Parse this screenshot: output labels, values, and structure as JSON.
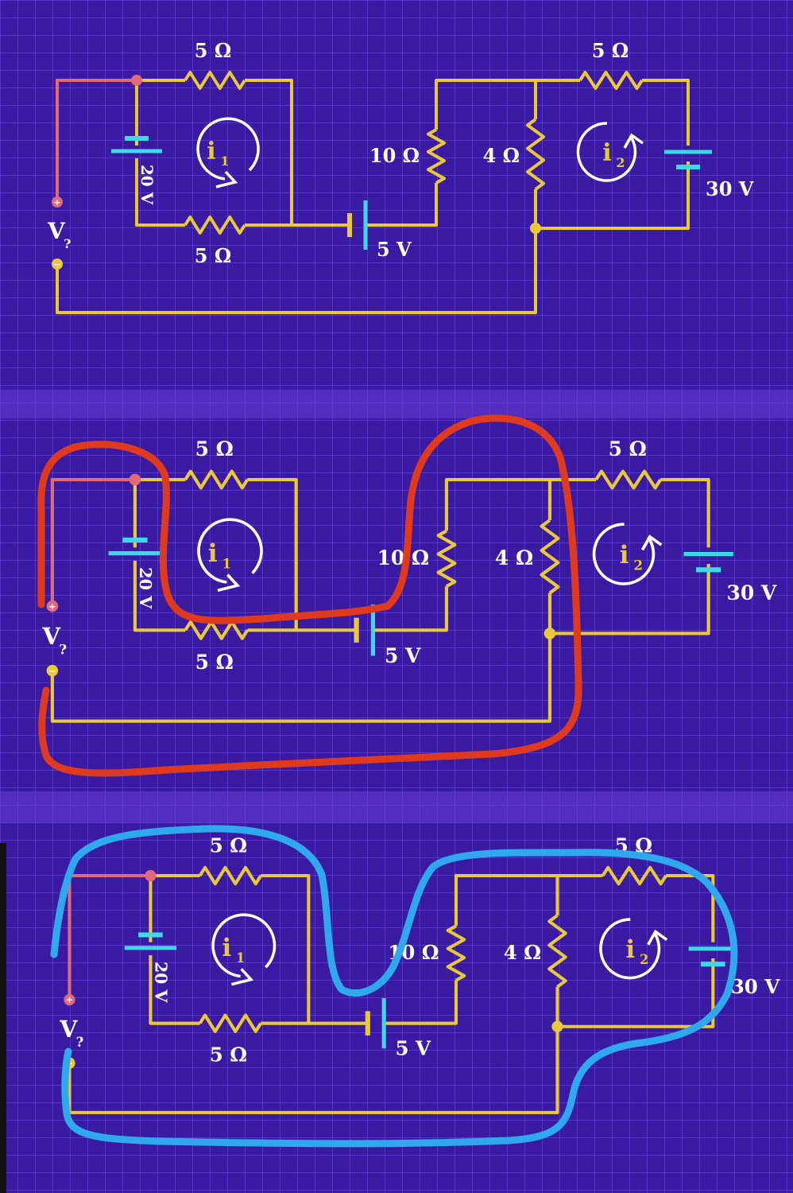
{
  "colors": {
    "background": "#3a1aa0",
    "grid": "#5b3fd6",
    "wire": "#e9c93a",
    "probe_wire": "#e06a7a",
    "battery_accent": "#3fd8e6",
    "text": "#ffffff",
    "red_loop": "#e03a1e",
    "blue_loop": "#2fa8ee"
  },
  "labels": {
    "r_top_left": "5 Ω",
    "r_bottom_left": "5 Ω",
    "r_middle": "10 Ω",
    "r_right_shunt": "4 Ω",
    "r_top_right": "5 Ω",
    "battery_left": "20 V",
    "battery_middle": "5 V",
    "battery_right": "30 V",
    "mesh_1": "i",
    "mesh_1_sub": "1",
    "mesh_2": "i",
    "mesh_2_sub": "2",
    "voltmeter": "V",
    "voltmeter_sub": "?",
    "plus": "+",
    "minus": "−"
  },
  "panels": [
    {
      "id": "panel-1",
      "loop": "none"
    },
    {
      "id": "panel-2",
      "loop": "red"
    },
    {
      "id": "panel-3",
      "loop": "blue"
    }
  ]
}
